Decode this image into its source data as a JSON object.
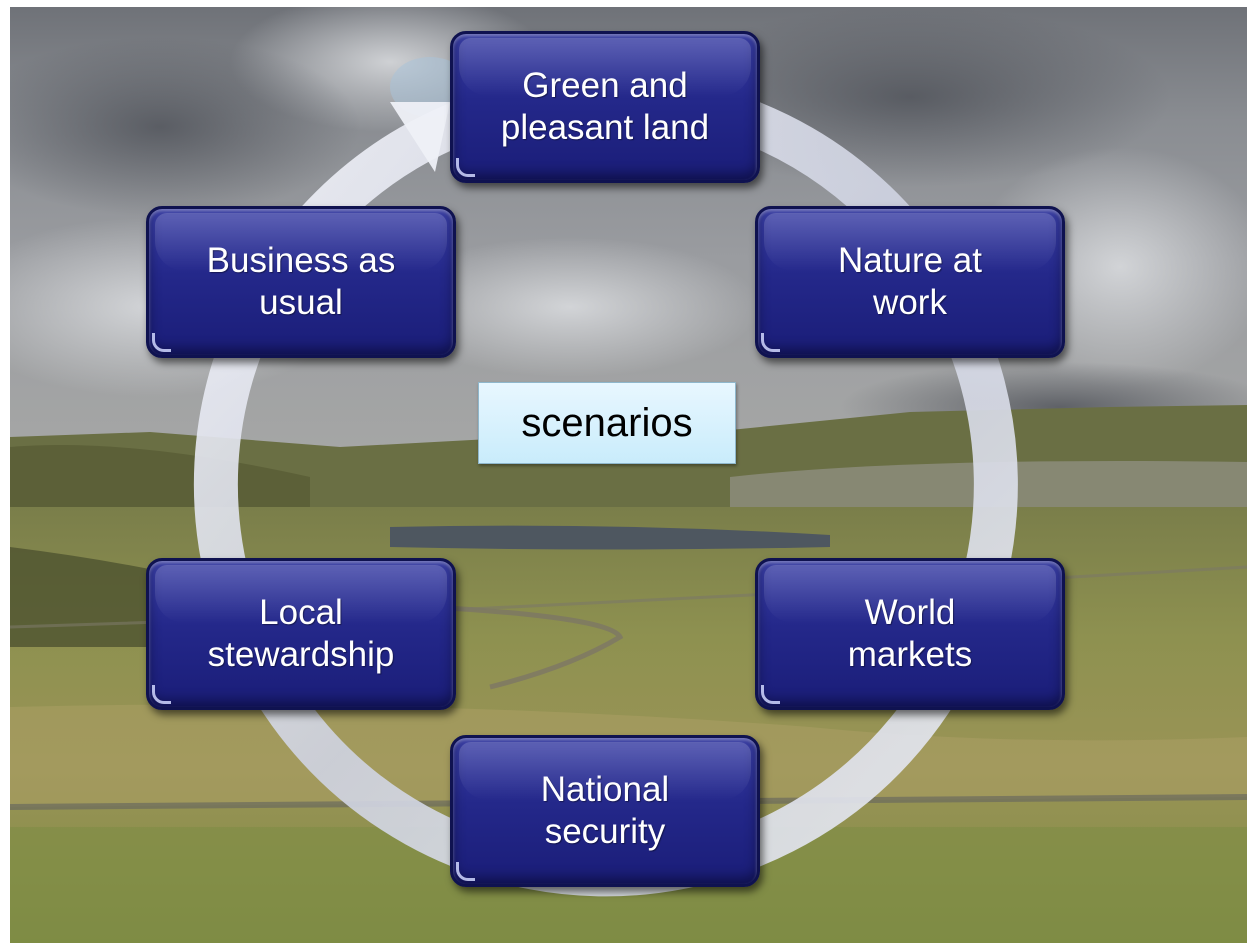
{
  "diagram": {
    "center_label": "scenarios",
    "nodes": [
      {
        "label": "Green and\npleasant land"
      },
      {
        "label": "Nature at\nwork"
      },
      {
        "label": "World\nmarkets"
      },
      {
        "label": "National\nsecurity"
      },
      {
        "label": "Local\nstewardship"
      },
      {
        "label": "Business as\nusual"
      }
    ]
  },
  "colors": {
    "node_fill": "#24288a",
    "node_border": "#0f1250",
    "node_text": "#ffffff",
    "center_fill": "#d4f0fc",
    "ring": "#dfe2ee",
    "sky": "#8d9097",
    "land": "#8c8f4e"
  }
}
